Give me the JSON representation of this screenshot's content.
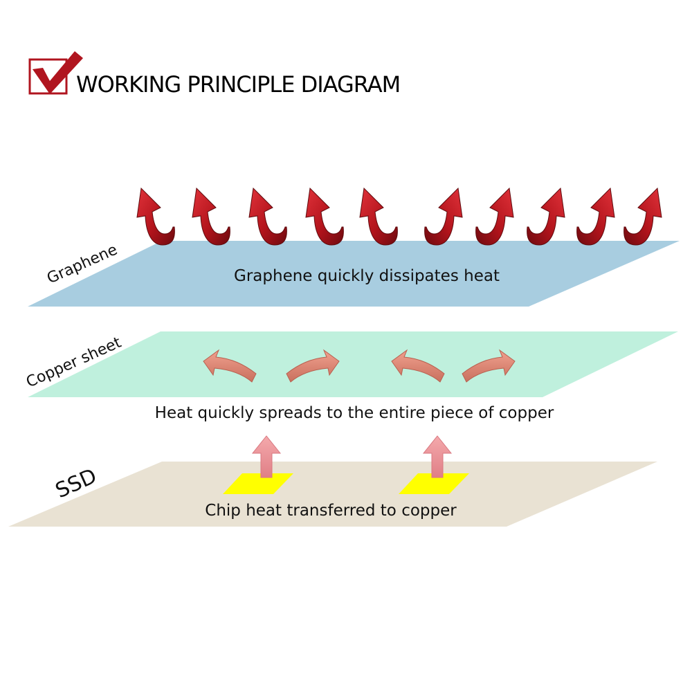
{
  "header": {
    "title": "WORKING PRINCIPLE DIAGRAM",
    "icon": "checkbox-checked-icon",
    "accent_color": "#b0151f"
  },
  "layers": [
    {
      "id": "graphene",
      "label": "Graphene",
      "caption": "Graphene quickly dissipates heat",
      "color": "#a8cde0",
      "arrow_icon": "curved-up-arrow-icon",
      "arrow_count": 10
    },
    {
      "id": "copper",
      "label": "Copper sheet",
      "caption": "Heat quickly spreads to the entire piece of copper",
      "color": "#bff0dd",
      "arrow_icon": "spread-arrow-icon",
      "arrow_count": 4
    },
    {
      "id": "ssd",
      "label": "SSD",
      "caption": "Chip heat transferred to copper",
      "color": "#e9e2d3",
      "chip_color": "#ffff00",
      "chip_count": 2,
      "arrow_icon": "up-arrow-icon"
    }
  ]
}
